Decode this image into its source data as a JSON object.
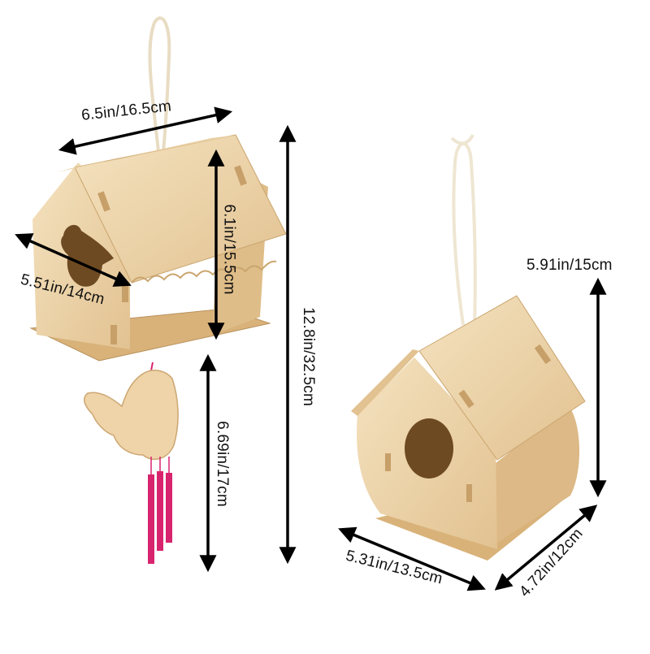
{
  "colors": {
    "wood_light": "#f1dcb4",
    "wood_mid": "#e6c796",
    "wood_dark": "#c79f68",
    "shadow": "#6e4a22",
    "string": "#efe6d2",
    "chime": "#d8246e",
    "arrow": "#000000"
  },
  "dimensions": {
    "left_width": "6.5in/16.5cm",
    "left_depth": "5.51in/14cm",
    "left_house_height": "6.1in/15.5cm",
    "left_chime_height": "6.69in/17cm",
    "left_total_height": "12.8in/32.5cm",
    "right_height": "5.91in/15cm",
    "right_width": "5.31in/13.5cm",
    "right_depth": "4.72in/12cm"
  },
  "icons": [
    "birdhouse-with-bird-cutout",
    "bird-wind-chime",
    "birdhouse-with-round-hole",
    "hanging-twine"
  ]
}
